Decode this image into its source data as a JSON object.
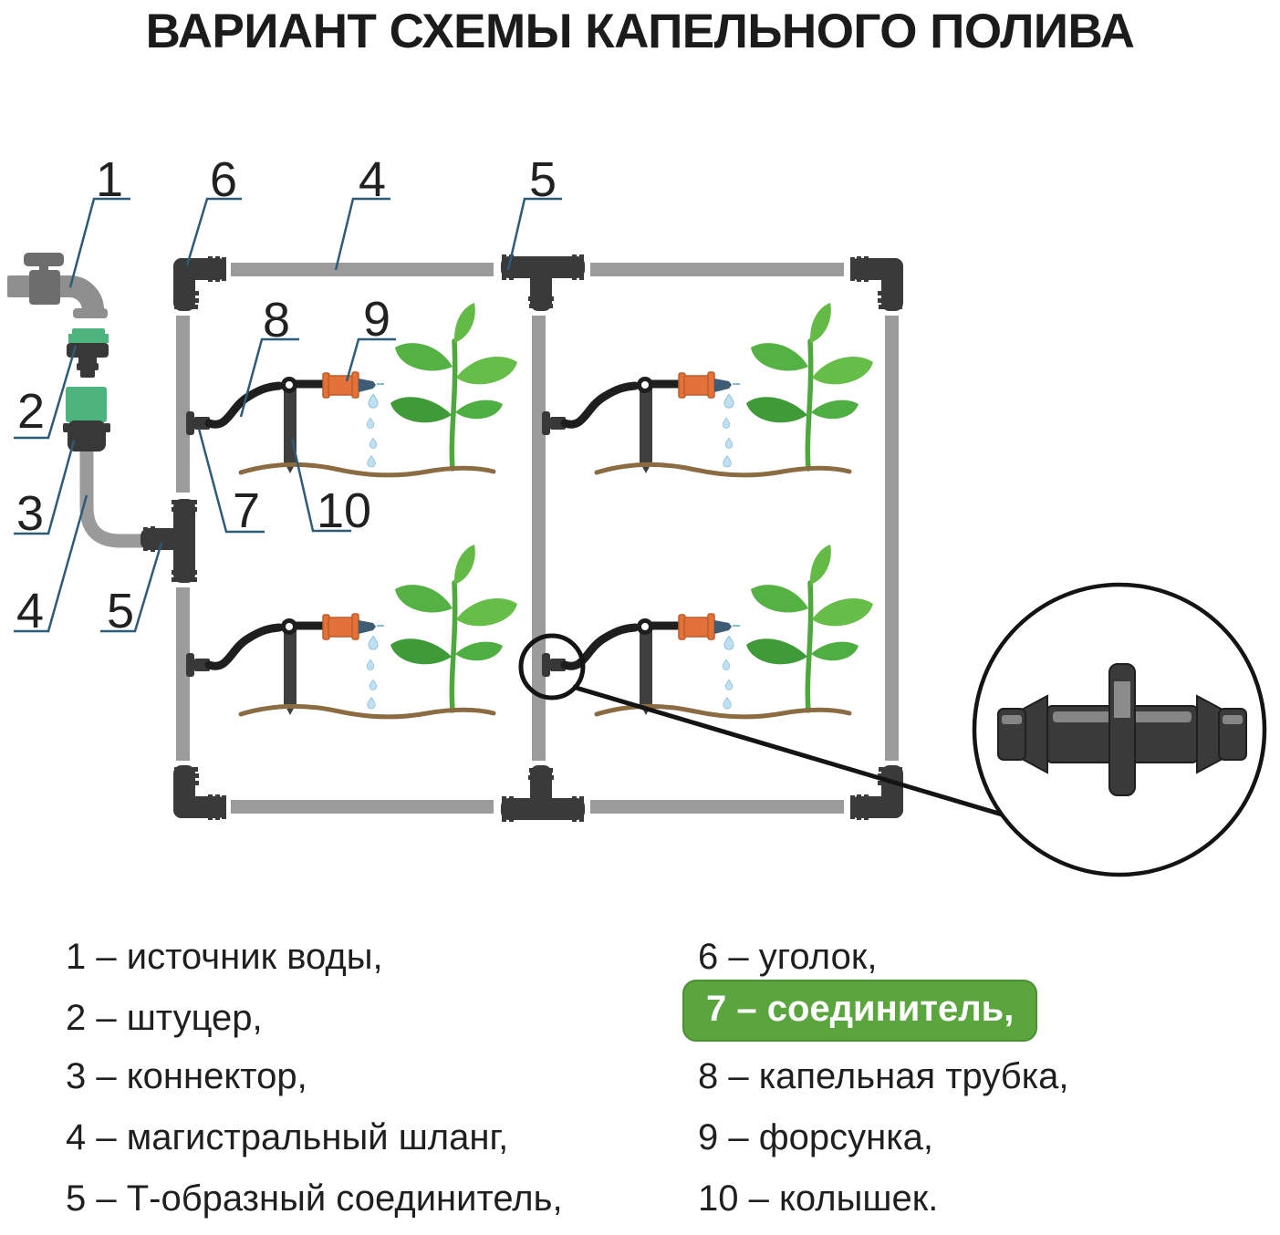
{
  "title": "ВАРИАНТ СХЕМЫ КАПЕЛЬНОГО ПОЛИВА",
  "diagram": {
    "callouts": [
      {
        "id": "water-source",
        "text": "1"
      },
      {
        "id": "corner-elbow",
        "text": "6"
      },
      {
        "id": "main-hose-top",
        "text": "4"
      },
      {
        "id": "tee-top",
        "text": "5"
      },
      {
        "id": "drip-tube",
        "text": "8"
      },
      {
        "id": "nozzle",
        "text": "9"
      },
      {
        "id": "fitting",
        "text": "2"
      },
      {
        "id": "connector-black",
        "text": "3"
      },
      {
        "id": "main-hose-left",
        "text": "4"
      },
      {
        "id": "tee-left",
        "text": "5"
      },
      {
        "id": "coupler",
        "text": "7"
      },
      {
        "id": "stake",
        "text": "10"
      }
    ]
  },
  "legend": {
    "left": [
      {
        "text": "1 – источник воды,"
      },
      {
        "text": "2 – штуцер,"
      },
      {
        "text": "3 – коннектор,"
      },
      {
        "text": "4 – магистральный шланг,"
      },
      {
        "text": "5 – Т-образный соединитель,"
      }
    ],
    "right": [
      {
        "text": "6 – уголок,"
      },
      {
        "text": "7 – соединитель,",
        "highlighted": true
      },
      {
        "text": "8 – капельная трубка,"
      },
      {
        "text": "9 – форсунка,"
      },
      {
        "text": "10 – колышек."
      }
    ]
  },
  "colors": {
    "pipe_gray": "#9b9b9b",
    "fitting_dark": "#3a3a3a",
    "fitting_green": "#4db47d",
    "badge_green": "#5aa53e",
    "nozzle_orange": "#e2713a",
    "nozzle_tip_blue": "#3e5c73",
    "water_drop_blue": "#bfe0f0",
    "leaf_light_green": "#66bd48",
    "leaf_dark_green": "#3f9a38",
    "soil_brown": "#8a6b42",
    "leader_line_blue": "#2e5b78"
  }
}
